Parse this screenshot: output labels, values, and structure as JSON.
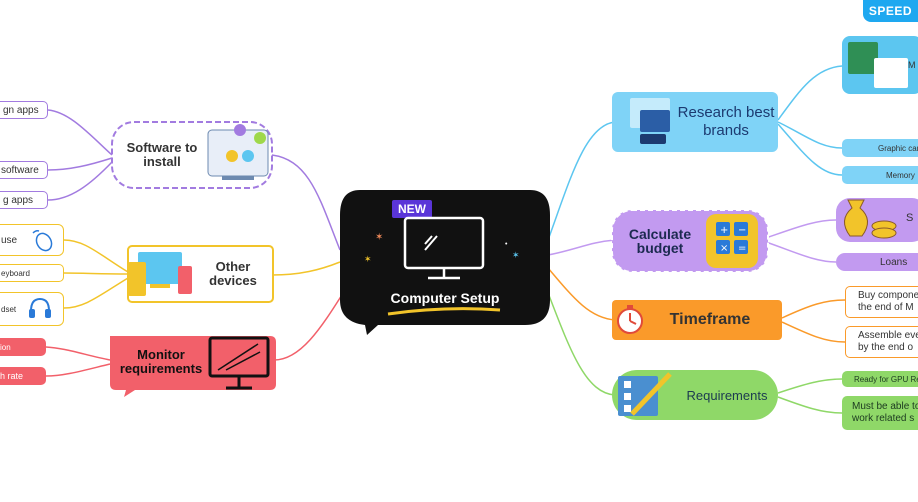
{
  "badge": "SPEED",
  "center": {
    "tag": "NEW",
    "title": "Computer Setup"
  },
  "left_branches": {
    "software": {
      "title": "Software to install",
      "items": [
        "gn apps",
        "software",
        "g apps"
      ]
    },
    "devices": {
      "title": "Other devices",
      "items": [
        "use",
        "eyboard",
        "dset"
      ]
    },
    "monitor": {
      "title": "Monitor requirements",
      "items": [
        "ion",
        "h rate"
      ]
    }
  },
  "right_branches": {
    "research": {
      "title": "Research best brands",
      "items": [
        "M",
        "Graphic car",
        "Memory"
      ]
    },
    "budget": {
      "title": "Calculate budget",
      "items": [
        "S",
        "Loans"
      ]
    },
    "timeframe": {
      "title": "Timeframe",
      "items": [
        "Buy compone the end of M",
        "Assemble eve by the end o"
      ]
    },
    "requirements": {
      "title": "Requirements",
      "items": [
        "Ready for GPU Re",
        "Must be able to work related s"
      ]
    }
  },
  "colors": {
    "software": "#a27be0",
    "devices": "#f2c42a",
    "monitor": "#f2606a",
    "research": "#5cc6f0",
    "budget": "#c29af0",
    "timeframe": "#fa9a2a",
    "requirements": "#8fd868",
    "center": "#111111",
    "badge": "#1ea8f0"
  }
}
